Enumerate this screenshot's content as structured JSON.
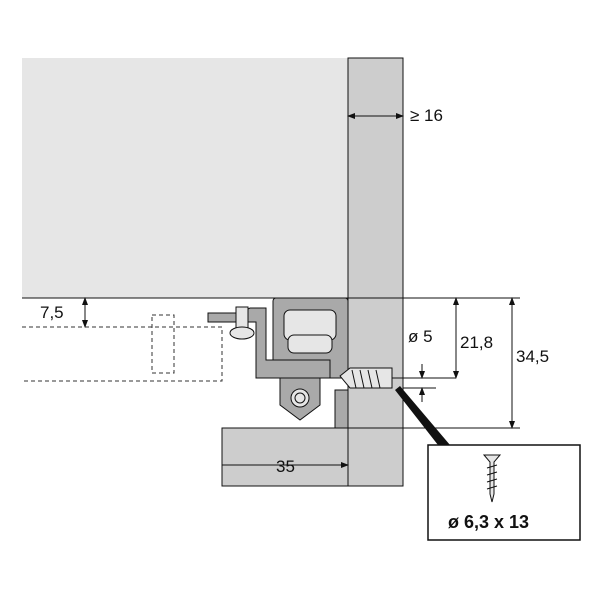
{
  "dimensions": {
    "side_thickness": "≥ 16",
    "offset_top": "7,5",
    "hole_diameter": "ø 5",
    "height_to_hole": "21,8",
    "height_total": "34,5",
    "bottom_width": "35"
  },
  "inset": {
    "screw_spec": "ø 6,3 x 13"
  },
  "colors": {
    "drawer": "#e6e6e6",
    "side": "#cdcdcd",
    "hardware": "#a9a9a9",
    "line": "#111111"
  }
}
